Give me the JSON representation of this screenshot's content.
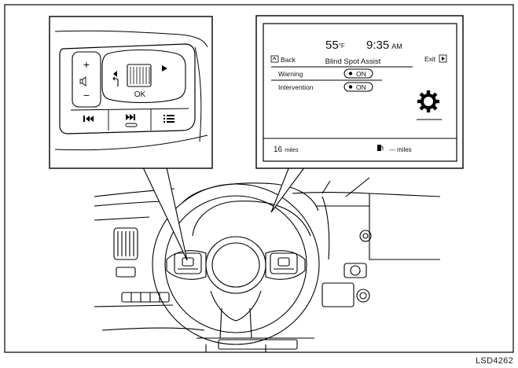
{
  "figure_code": "LSD4262",
  "switch_callout": {
    "plus_symbol": "+",
    "minus_symbol": "−",
    "ok_label": "OK"
  },
  "display_callout": {
    "temperature": "55",
    "temperature_unit": "°F",
    "time": "9:35",
    "time_period": "AM",
    "back_label": "Back",
    "menu_title": "Blind Spot Assist",
    "exit_label": "Exit",
    "settings": [
      {
        "label": "Warning",
        "state": "ON"
      },
      {
        "label": "Intervention",
        "state": "ON"
      }
    ],
    "trip_distance": "16",
    "trip_unit": "miles",
    "range_value": "---",
    "range_unit": "miles"
  },
  "icons": [
    "volume-icon",
    "back-arrow-icon",
    "right-arrow-icon",
    "left-arrow-icon",
    "previous-track-icon",
    "next-track-icon",
    "menu-list-icon",
    "gear-icon",
    "fuel-pump-icon",
    "exit-icon",
    "back-icon"
  ]
}
